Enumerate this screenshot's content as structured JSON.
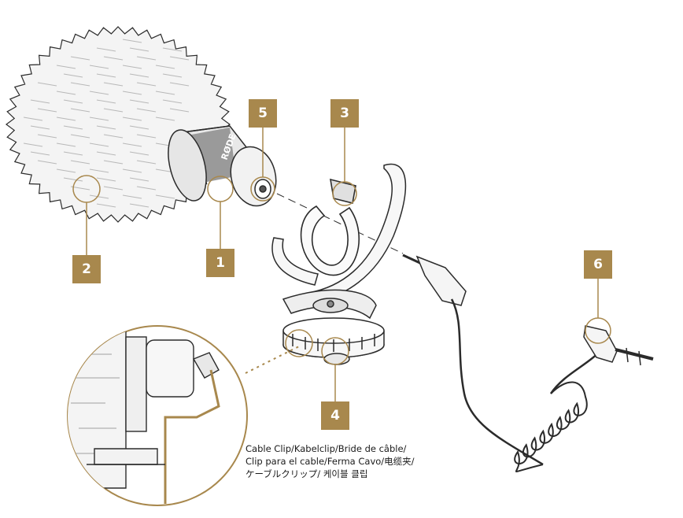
{
  "colors": {
    "accent": "#a8884d",
    "outline": "#2b2b2b",
    "fur": "#f4f4f4"
  },
  "brand": "RØDE",
  "callouts": [
    {
      "id": "1",
      "label": "1"
    },
    {
      "id": "2",
      "label": "2"
    },
    {
      "id": "3",
      "label": "3"
    },
    {
      "id": "4",
      "label": "4"
    },
    {
      "id": "5",
      "label": "5"
    },
    {
      "id": "6",
      "label": "6"
    }
  ],
  "caption": {
    "line1": "Cable Clip/Kabelclip/Bride de câble/",
    "line2": "Clip para el cable/Ferma Cavo/电缆夹/",
    "line3": "ケーブルクリップ/ 케이블 클립"
  }
}
